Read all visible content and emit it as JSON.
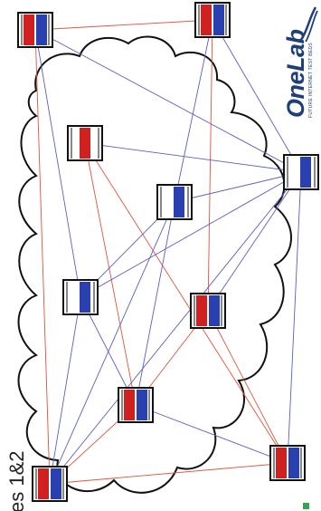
{
  "slide": {
    "side_text": "es 1&2",
    "logo": {
      "name": "OneLab",
      "tagline": "FUTURE INTERNET TEST BEDS"
    }
  },
  "colors": {
    "red_link": "#e0553a",
    "blue_link": "#5b5fc0",
    "node_red": "#d02020",
    "node_blue": "#2a3fb0",
    "logo_blue": "#1f3f7a",
    "bullet_green": "#2aa84a"
  },
  "nodes": [
    {
      "id": "n1",
      "type": "red-blue"
    },
    {
      "id": "n2",
      "type": "red-blue"
    },
    {
      "id": "n3",
      "type": "red-only"
    },
    {
      "id": "n4",
      "type": "blue-only"
    },
    {
      "id": "n5",
      "type": "blue-only"
    },
    {
      "id": "n6",
      "type": "blue-only"
    },
    {
      "id": "n7",
      "type": "red-blue"
    },
    {
      "id": "n8",
      "type": "red-blue"
    },
    {
      "id": "n9",
      "type": "red-blue"
    },
    {
      "id": "n10",
      "type": "red-blue"
    }
  ],
  "links": [
    {
      "from": "n1",
      "to": "n2",
      "color": "red"
    },
    {
      "from": "n1",
      "to": "n10",
      "color": "red"
    },
    {
      "from": "n1",
      "to": "n5",
      "color": "blue"
    },
    {
      "from": "n1",
      "to": "n6",
      "color": "blue"
    },
    {
      "from": "n2",
      "to": "n6",
      "color": "blue"
    },
    {
      "from": "n2",
      "to": "n4",
      "color": "blue"
    },
    {
      "from": "n2",
      "to": "n7",
      "color": "red"
    },
    {
      "from": "n3",
      "to": "n8",
      "color": "red"
    },
    {
      "from": "n3",
      "to": "n9",
      "color": "red"
    },
    {
      "from": "n3",
      "to": "n6",
      "color": "blue"
    },
    {
      "from": "n4",
      "to": "n6",
      "color": "blue"
    },
    {
      "from": "n4",
      "to": "n8",
      "color": "blue"
    },
    {
      "from": "n4",
      "to": "n5",
      "color": "blue"
    },
    {
      "from": "n4",
      "to": "n10",
      "color": "blue"
    },
    {
      "from": "n5",
      "to": "n10",
      "color": "blue"
    },
    {
      "from": "n5",
      "to": "n6",
      "color": "blue"
    },
    {
      "from": "n5",
      "to": "n8",
      "color": "blue"
    },
    {
      "from": "n6",
      "to": "n7",
      "color": "blue"
    },
    {
      "from": "n6",
      "to": "n9",
      "color": "blue"
    },
    {
      "from": "n7",
      "to": "n8",
      "color": "red"
    },
    {
      "from": "n7",
      "to": "n9",
      "color": "red"
    },
    {
      "from": "n8",
      "to": "n10",
      "color": "red"
    },
    {
      "from": "n8",
      "to": "n9",
      "color": "blue"
    },
    {
      "from": "n9",
      "to": "n10",
      "color": "red"
    },
    {
      "from": "n10",
      "to": "n6",
      "color": "blue"
    }
  ]
}
